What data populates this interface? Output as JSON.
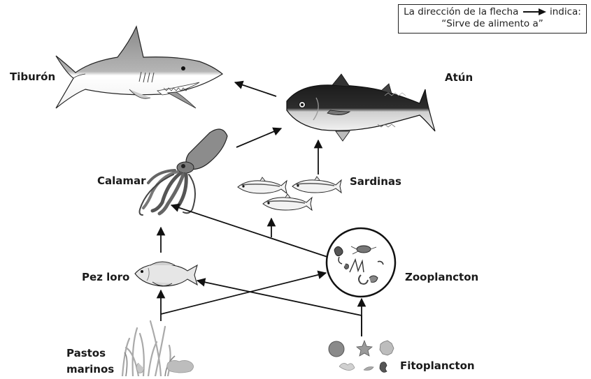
{
  "legend": {
    "line1_before": "La dirección de la flecha",
    "line1_after": "indica:",
    "line2": "“Sirve de alimento a”"
  },
  "organisms": {
    "tiburon": "Tiburón",
    "atun": "Atún",
    "calamar": "Calamar",
    "sardinas": "Sardinas",
    "pez_loro": "Pez loro",
    "zooplancton": "Zooplancton",
    "pastos_line1": "Pastos",
    "pastos_line2": "marinos",
    "fitoplancton": "Fitoplancton"
  },
  "feeding_relations": [
    {
      "from": "Atún",
      "to": "Tiburón"
    },
    {
      "from": "Calamar",
      "to": "Atún"
    },
    {
      "from": "Sardinas",
      "to": "Atún"
    },
    {
      "from": "Pez loro",
      "to": "Calamar"
    },
    {
      "from": "Zooplancton",
      "to": "Calamar"
    },
    {
      "from": "Zooplancton",
      "to": "Sardinas"
    },
    {
      "from": "Pastos marinos",
      "to": "Pez loro"
    },
    {
      "from": "Pastos marinos",
      "to": "Zooplancton"
    },
    {
      "from": "Fitoplancton",
      "to": "Pez loro"
    },
    {
      "from": "Fitoplancton",
      "to": "Zooplancton"
    }
  ],
  "icons": [
    "shark-icon",
    "tuna-icon",
    "squid-icon",
    "sardine-icon",
    "parrotfish-icon",
    "zooplankton-icon",
    "seagrass-icon",
    "phytoplankton-icon"
  ]
}
